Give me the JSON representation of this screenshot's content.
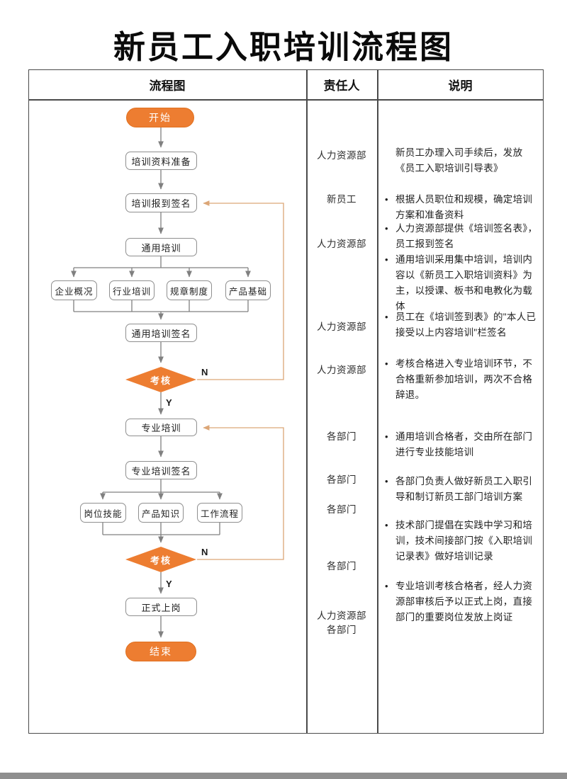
{
  "title": "新员工入职培训流程图",
  "table": {
    "headers": {
      "flow": "流程图",
      "owner": "责任人",
      "note": "说明"
    }
  },
  "flow": {
    "start": "开始",
    "prepare": "培训资料准备",
    "register": "培训报到签名",
    "general": "通用培训",
    "general_topics": [
      "企业概况",
      "行业培训",
      "规章制度",
      "产品基础"
    ],
    "general_sign": "通用培训签名",
    "exam1": "考核",
    "professional": "专业培训",
    "professional_sign": "专业培训签名",
    "professional_topics": [
      "岗位技能",
      "产品知识",
      "工作流程"
    ],
    "exam2": "考核",
    "onboard": "正式上岗",
    "end": "结束",
    "label_yes": "Y",
    "label_no": "N"
  },
  "owners": [
    "人力资源部",
    "新员工",
    "人力资源部",
    "人力资源部",
    "人力资源部",
    "各部门",
    "各部门",
    "各部门",
    "各部门",
    "人力资源部\n各部门"
  ],
  "notes": {
    "bullet_char": "•",
    "items": [
      {
        "text": "新员工办理入司手续后，发放《员工入职培训引导表》"
      },
      {
        "text": "根据人员职位和规模，确定培训方案和准备资料"
      },
      {
        "text": "人力资源部提供《培训签名表》，员工报到签名"
      },
      {
        "text": "通用培训采用集中培训，培训内容以《新员工入职培训资料》为主，以授课、板书和电教化为载体"
      },
      {
        "text": "员工在《培训签到表》的\"本人已接受以上内容培训\"栏签名"
      },
      {
        "text": "考核合格进入专业培训环节，不合格重新参加培训，两次不合格辞退。"
      },
      {
        "text": "通用培训合格者，交由所在部门进行专业技能培训"
      },
      {
        "text": "各部门负责人做好新员工入职引导和制订新员工部门培训方案"
      },
      {
        "text": "技术部门提倡在实践中学习和培训，技术间接部门按《入职培训记录表》做好培训记录"
      },
      {
        "text": "专业培训考核合格者，经人力资源部审核后予以正式上岗，直接部门的重要岗位发放上岗证"
      }
    ]
  },
  "colors": {
    "accent": "#ED7D31",
    "loop_line": "#DCA677",
    "connector": "#808080"
  }
}
